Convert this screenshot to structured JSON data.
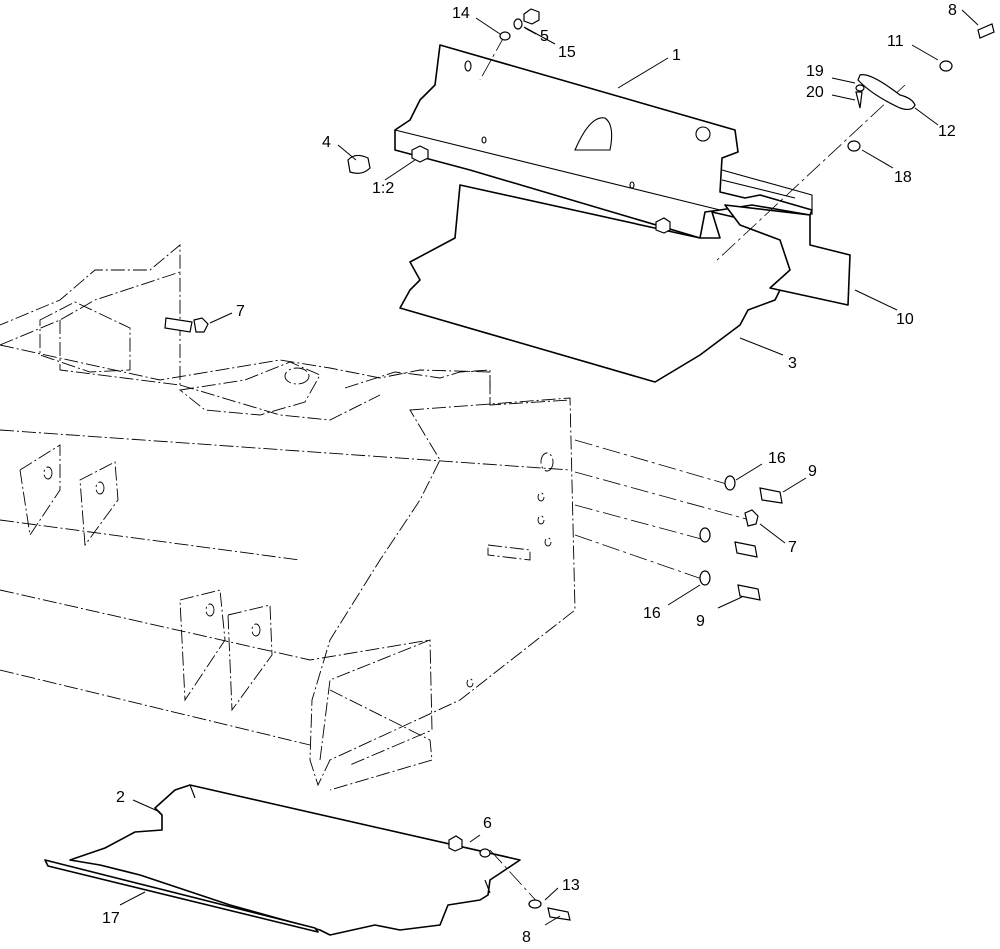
{
  "callouts": {
    "c1": "1",
    "c1_2": "1:2",
    "c2": "2",
    "c3": "3",
    "c4": "4",
    "c5": "5",
    "c6": "6",
    "c7a": "7",
    "c7b": "7",
    "c8a": "8",
    "c8b": "8",
    "c9a": "9",
    "c9b": "9",
    "c10": "10",
    "c11": "11",
    "c12": "12",
    "c13": "13",
    "c14": "14",
    "c15": "15",
    "c16a": "16",
    "c16b": "16",
    "c17": "17",
    "c18": "18",
    "c19": "19",
    "c20": "20"
  }
}
